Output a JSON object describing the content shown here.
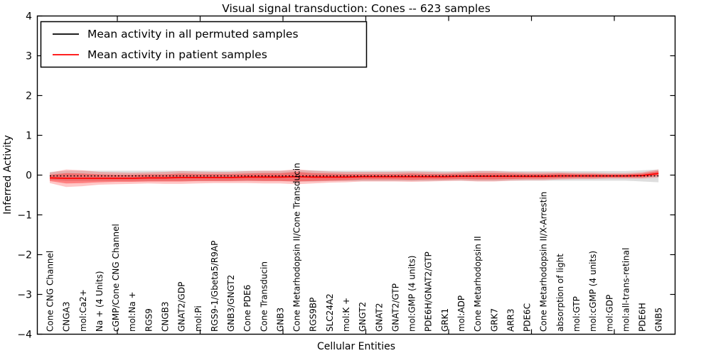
{
  "chart_data": {
    "type": "line",
    "title": "Visual signal transduction: Cones -- 623 samples",
    "xlabel": "Cellular Entities",
    "ylabel": "Inferred Activity",
    "ylim": [
      -4,
      4
    ],
    "yticks": [
      4,
      3,
      2,
      1,
      0,
      -1,
      -2,
      -3,
      -4
    ],
    "grid": false,
    "legend_position": "upper left",
    "categories": [
      "Cone CNG Channel",
      "CNGA3",
      "mol:Ca2+",
      "Na + (4 Units)",
      "cGMP/Cone CNG Channel",
      "mol:Na +",
      "RGS9",
      "CNGB3",
      "GNAT2/GDP",
      "mol:Pi",
      "RGS9-1/Gbeta5/R9AP",
      "GNB3/GNGT2",
      "Cone PDE6",
      "Cone Transducin",
      "GNB3",
      "Cone Metarhodopsin II/Cone Transducin",
      "RGS9BP",
      "SLC24A2",
      "mol:K +",
      "GNGT2",
      "GNAT2",
      "GNAT2/GTP",
      "mol:GMP (4 units)",
      "PDE6H/GNAT2/GTP",
      "GRK1",
      "mol:ADP",
      "Cone Metarhodopsin II",
      "GRK7",
      "ARR3",
      "PDE6C",
      "Cone Metarhodopsin II/X-Arrestin",
      "absorption of light",
      "mol:GTP",
      "mol:cGMP (4 units)",
      "mol:GDP",
      "mol:all-trans-retinal",
      "PDE6H",
      "GNB5"
    ],
    "series": [
      {
        "name": "Mean activity in all permuted samples",
        "color": "#000000",
        "line_style": "dotted",
        "values": [
          -0.02,
          -0.02,
          -0.02,
          -0.02,
          -0.02,
          -0.02,
          -0.02,
          -0.02,
          -0.02,
          -0.02,
          -0.02,
          -0.02,
          -0.02,
          -0.02,
          -0.02,
          -0.02,
          -0.02,
          -0.02,
          -0.02,
          -0.02,
          -0.02,
          -0.02,
          -0.02,
          -0.02,
          -0.02,
          -0.02,
          -0.02,
          -0.02,
          -0.02,
          -0.02,
          -0.02,
          -0.02,
          -0.02,
          -0.02,
          -0.02,
          -0.02,
          -0.02,
          -0.02
        ],
        "band_halfwidth": [
          0.1,
          0.13,
          0.13,
          0.13,
          0.13,
          0.13,
          0.13,
          0.13,
          0.13,
          0.13,
          0.13,
          0.13,
          0.13,
          0.13,
          0.13,
          0.14,
          0.14,
          0.13,
          0.13,
          0.13,
          0.13,
          0.13,
          0.13,
          0.13,
          0.12,
          0.12,
          0.13,
          0.13,
          0.12,
          0.12,
          0.12,
          0.12,
          0.12,
          0.12,
          0.12,
          0.12,
          0.14,
          0.16
        ],
        "band_color": "rgba(0,0,0,0.13)"
      },
      {
        "name": "Mean activity in patient samples",
        "color": "#ff0000",
        "line_style": "solid",
        "values": [
          -0.07,
          -0.08,
          -0.08,
          -0.08,
          -0.08,
          -0.08,
          -0.07,
          -0.07,
          -0.06,
          -0.06,
          -0.06,
          -0.06,
          -0.05,
          -0.05,
          -0.05,
          -0.04,
          -0.05,
          -0.05,
          -0.05,
          -0.04,
          -0.04,
          -0.04,
          -0.04,
          -0.04,
          -0.04,
          -0.03,
          -0.03,
          -0.03,
          -0.03,
          -0.03,
          -0.03,
          -0.02,
          -0.02,
          -0.02,
          -0.02,
          -0.02,
          -0.01,
          0.04
        ],
        "band_halfwidth_outer": [
          0.13,
          0.22,
          0.2,
          0.16,
          0.15,
          0.14,
          0.14,
          0.15,
          0.16,
          0.15,
          0.14,
          0.14,
          0.15,
          0.16,
          0.16,
          0.19,
          0.16,
          0.14,
          0.13,
          0.12,
          0.12,
          0.12,
          0.13,
          0.12,
          0.11,
          0.11,
          0.13,
          0.13,
          0.11,
          0.1,
          0.1,
          0.09,
          0.08,
          0.08,
          0.07,
          0.07,
          0.08,
          0.1
        ],
        "band_halfwidth_inner": [
          0.08,
          0.13,
          0.12,
          0.1,
          0.09,
          0.09,
          0.09,
          0.09,
          0.1,
          0.09,
          0.09,
          0.09,
          0.09,
          0.1,
          0.1,
          0.12,
          0.1,
          0.09,
          0.08,
          0.07,
          0.07,
          0.07,
          0.08,
          0.07,
          0.07,
          0.07,
          0.08,
          0.08,
          0.07,
          0.06,
          0.06,
          0.06,
          0.05,
          0.05,
          0.04,
          0.04,
          0.05,
          0.06
        ],
        "band_color_outer": "rgba(255,0,0,0.22)",
        "band_color_inner": "rgba(255,0,0,0.35)"
      }
    ]
  }
}
